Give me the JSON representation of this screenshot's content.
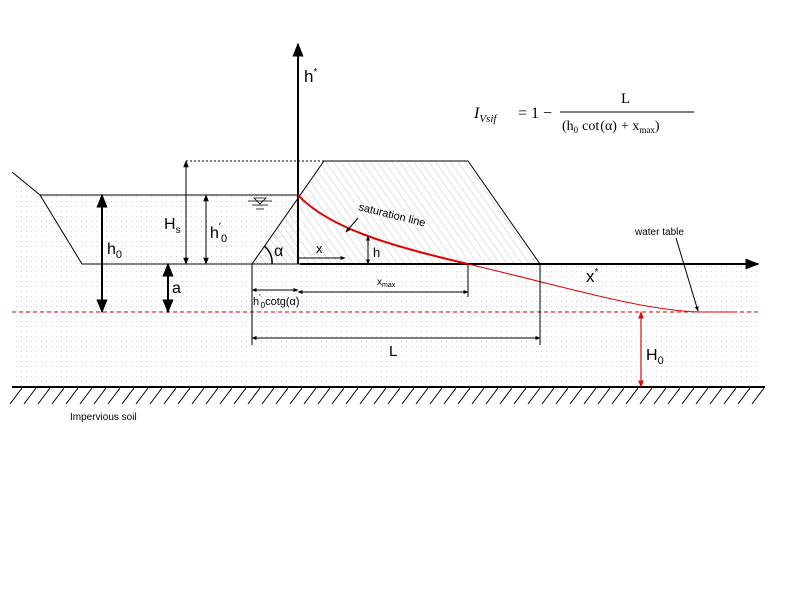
{
  "axes": {
    "vertical": "h",
    "vertical_sup": "*",
    "horizontal": "x",
    "horizontal_sup": "*"
  },
  "formula": {
    "lhs_main": "I",
    "lhs_sub": "Vsif",
    "equals_one_minus": "= 1 −",
    "numerator": "L",
    "den_open": "(h",
    "den_sub0": "0",
    "den_cot": "cot",
    "den_alpha": "(α)",
    "den_plus_x": "+ x",
    "den_sub_max": "max",
    "den_close": ")"
  },
  "labels": {
    "Hs": "H",
    "Hs_sub": "s",
    "h0prime": "h",
    "h0prime_sup": "′",
    "h0prime_sub": "0",
    "h0": "h",
    "h0_sub": "0",
    "a": "a",
    "alpha": "α",
    "x": "x",
    "h": "h",
    "xmax": "x",
    "xmax_sub": "max",
    "h0cotg_h": "h",
    "h0cotg_sup": "′",
    "h0cotg_sub": "0",
    "h0cotg_rest": "cotg(α)",
    "L": "L",
    "H0": "H",
    "H0_sub": "0",
    "saturation_line": "saturation line",
    "water_table": "water table",
    "impervious_soil": "Impervious soil"
  },
  "colors": {
    "saturation_line": "#e00000",
    "water_table": "#e00000",
    "H0_arrow": "#d01010",
    "lines": "#000000",
    "dam_hatch": "#b8b8b8",
    "soil_dots": "#c8c8c8"
  }
}
